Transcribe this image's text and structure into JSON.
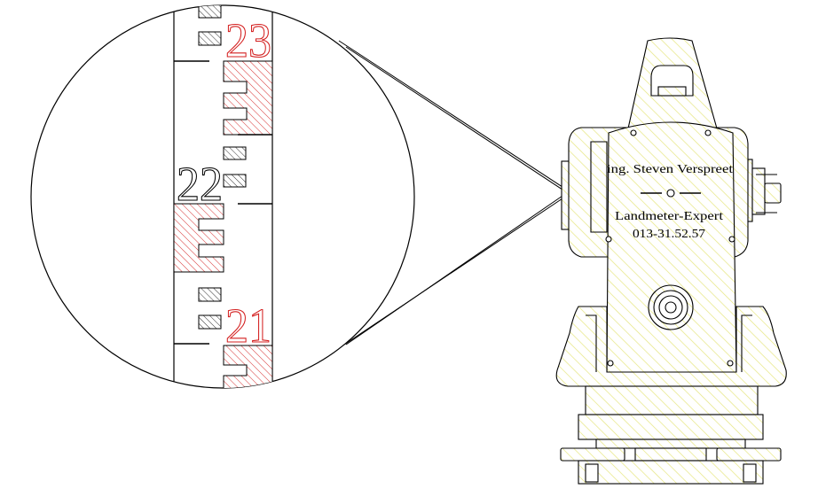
{
  "staff": {
    "marks": [
      "23",
      "22",
      "21"
    ]
  },
  "instrument": {
    "name_line": "ing. Steven Verspreet",
    "title_line": "Landmeter-Expert",
    "phone_line": "013-31.52.57"
  },
  "colors": {
    "outline": "#000000",
    "red": "#d42020",
    "hatch_yellow": "#e6e680"
  }
}
